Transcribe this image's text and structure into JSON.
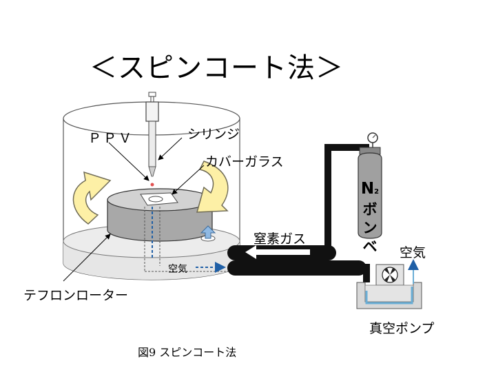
{
  "title": "＜スピンコート法＞",
  "labels": {
    "ppv": "ＰＰＶ",
    "syringe": "シリンジ",
    "cover_glass": "カバーガラス",
    "nitrogen_gas": "窒素ガス",
    "air_inner": "空気",
    "air_outer": "空気",
    "teflon_rotor": "テフロンローター",
    "vacuum_pump": "真空ポンプ"
  },
  "cylinder": {
    "formula_main": "N",
    "formula_sub": "2",
    "text_chars": [
      "ボ",
      "ン",
      "ベ"
    ]
  },
  "caption": "図9  スピンコート法",
  "colors": {
    "arrow_fill": "#fdf0a6",
    "arrow_stroke": "#6e6a55",
    "rotor_fill": "#a8a8a8",
    "chamber_liquid": "#e6e6e6",
    "tube": "#111111",
    "flow_line": "#1f5fa6",
    "cylinder_fill": "#a0a0a0",
    "pump_water": "#6aaed6"
  }
}
